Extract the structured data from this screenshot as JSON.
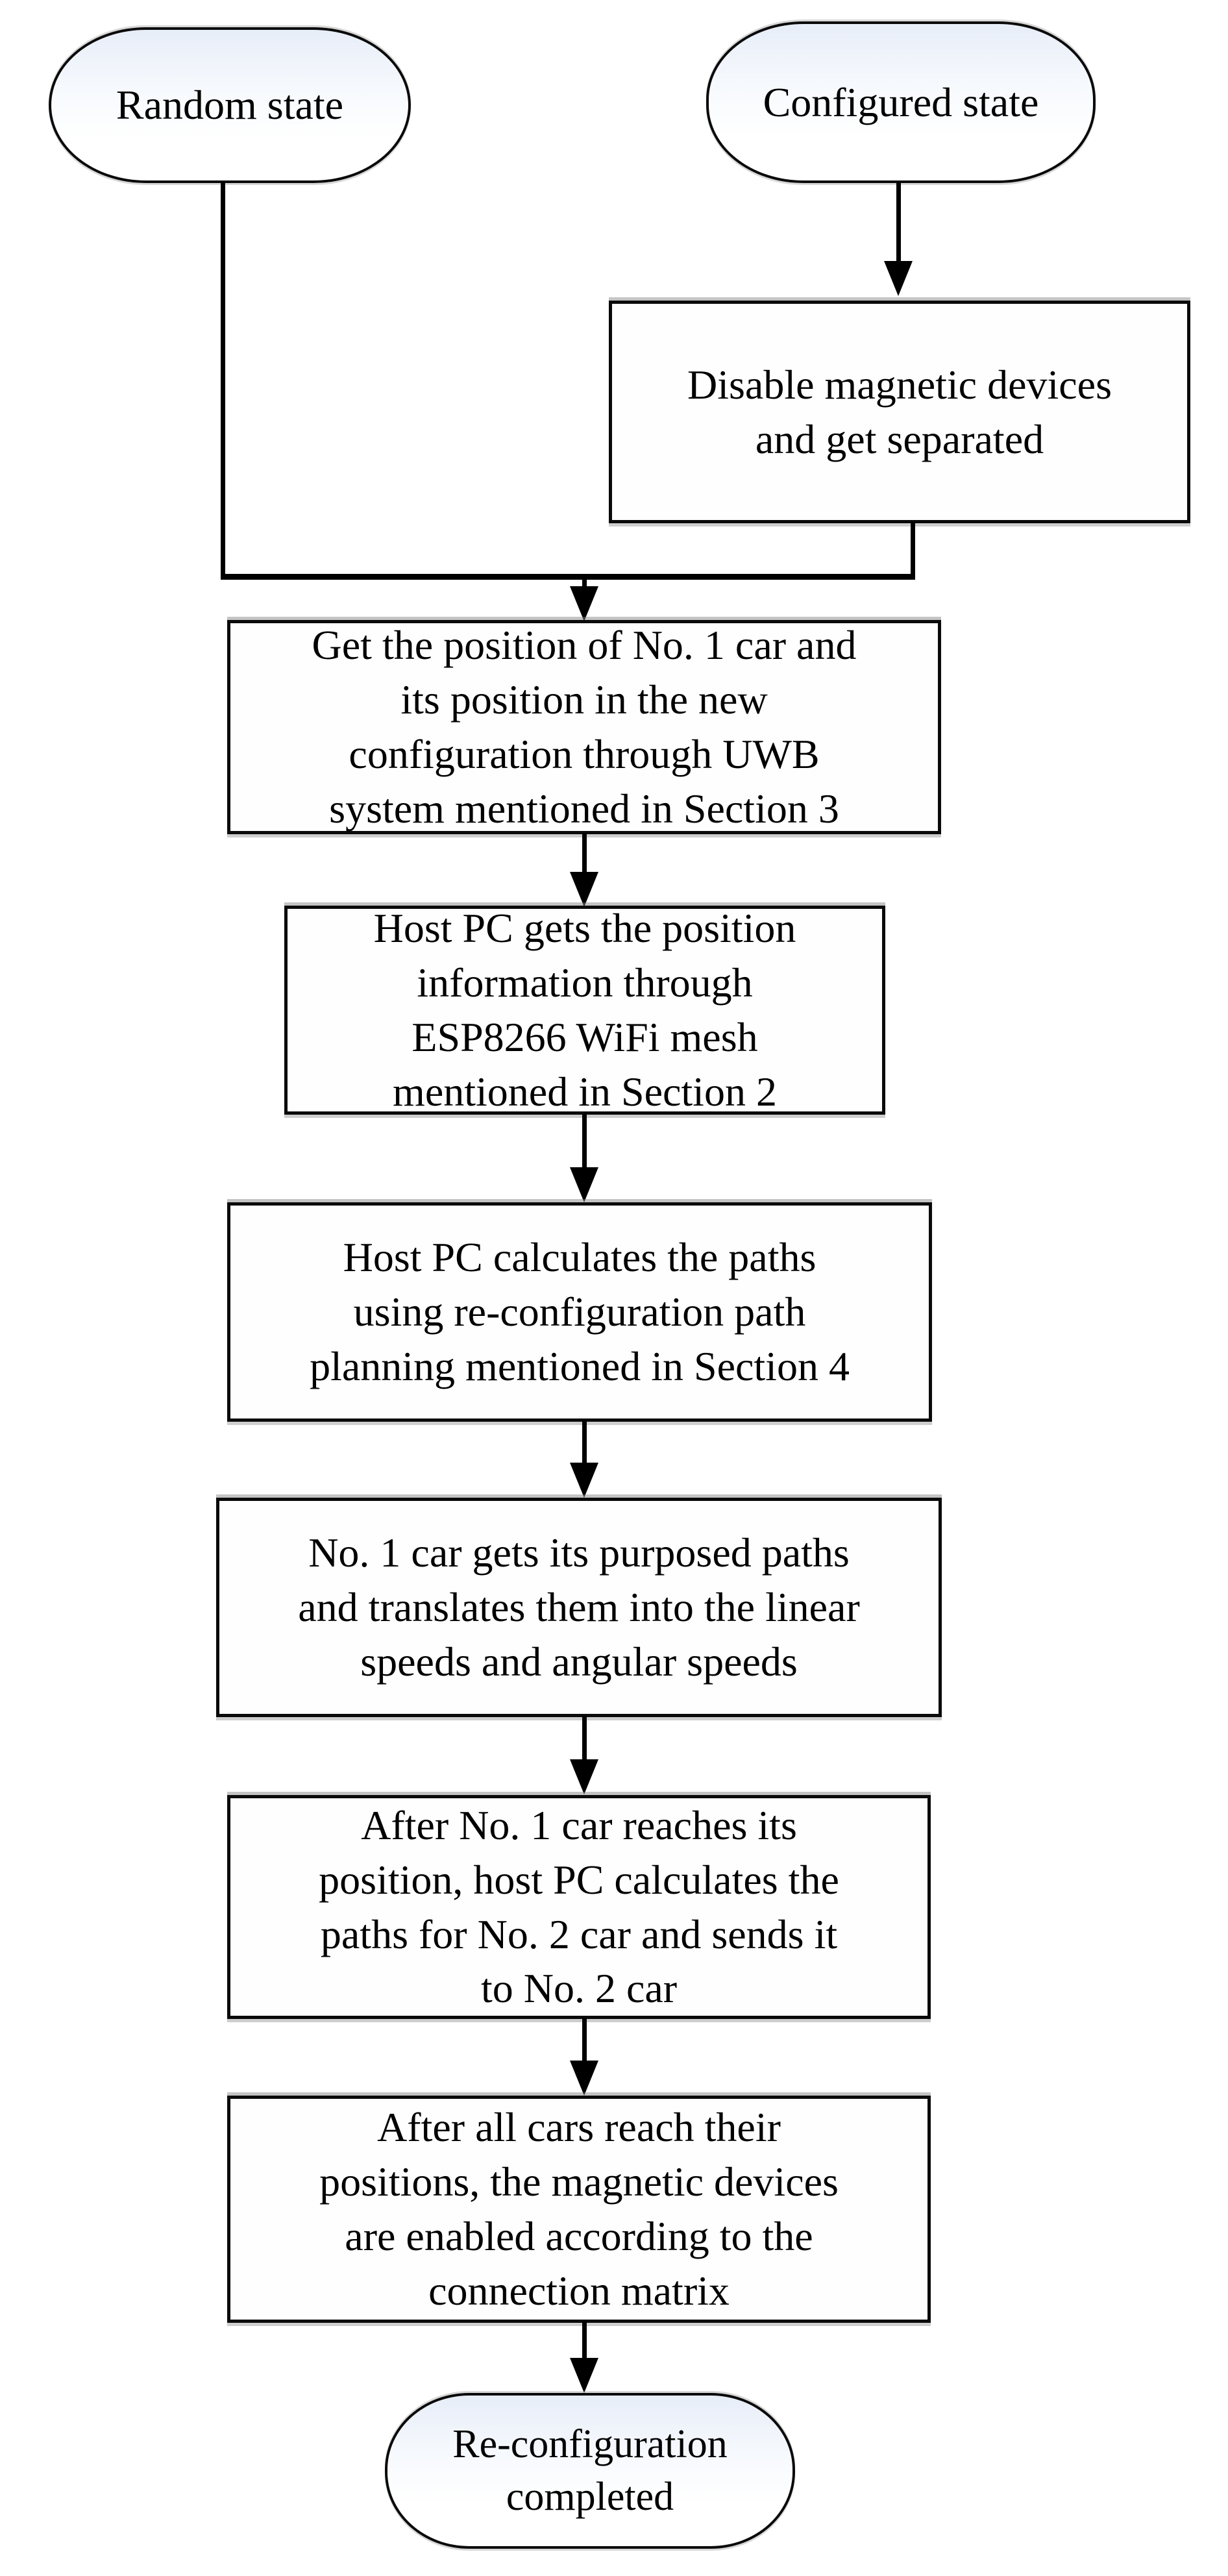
{
  "figure": {
    "type": "flowchart",
    "background_color": "#ffffff",
    "stroke_color": "#000000",
    "terminator_fill_top": "#e7edf8",
    "process_fill": "#fefefe",
    "nodes": {
      "random_state": {
        "shape": "terminator",
        "label": "Random state"
      },
      "configured_state": {
        "shape": "terminator",
        "label": "Configured state"
      },
      "disable_magnetic": {
        "shape": "process",
        "label": "Disable magnetic devices\nand get separated"
      },
      "get_position": {
        "shape": "process",
        "label": "Get the position of No. 1 car and\nits position in the new\nconfiguration through UWB\nsystem mentioned in Section 3"
      },
      "host_pc_mesh": {
        "shape": "process",
        "label": "Host PC gets the position\ninformation through\nESP8266 WiFi mesh\nmentioned in Section 2"
      },
      "host_pc_paths": {
        "shape": "process",
        "label": "Host PC calculates the paths\nusing re-configuration path\nplanning mentioned in Section 4"
      },
      "car1_speeds": {
        "shape": "process",
        "label": "No. 1 car gets its purposed paths\nand translates them into the linear\nspeeds and angular speeds"
      },
      "car2_paths": {
        "shape": "process",
        "label": "After No. 1 car reaches its\nposition, host PC calculates the\npaths for No. 2 car and sends it\nto No. 2 car"
      },
      "enable_magnets": {
        "shape": "process",
        "label": "After all cars reach their\npositions, the magnetic devices\nare enabled according to the\nconnection matrix"
      },
      "completed": {
        "shape": "terminator",
        "label": "Re-configuration\ncompleted"
      }
    },
    "edges": [
      {
        "from": "random_state",
        "to": "get_position"
      },
      {
        "from": "configured_state",
        "to": "disable_magnetic"
      },
      {
        "from": "disable_magnetic",
        "to": "get_position"
      },
      {
        "from": "get_position",
        "to": "host_pc_mesh"
      },
      {
        "from": "host_pc_mesh",
        "to": "host_pc_paths"
      },
      {
        "from": "host_pc_paths",
        "to": "car1_speeds"
      },
      {
        "from": "car1_speeds",
        "to": "car2_paths"
      },
      {
        "from": "car2_paths",
        "to": "enable_magnets"
      },
      {
        "from": "enable_magnets",
        "to": "completed"
      }
    ]
  }
}
